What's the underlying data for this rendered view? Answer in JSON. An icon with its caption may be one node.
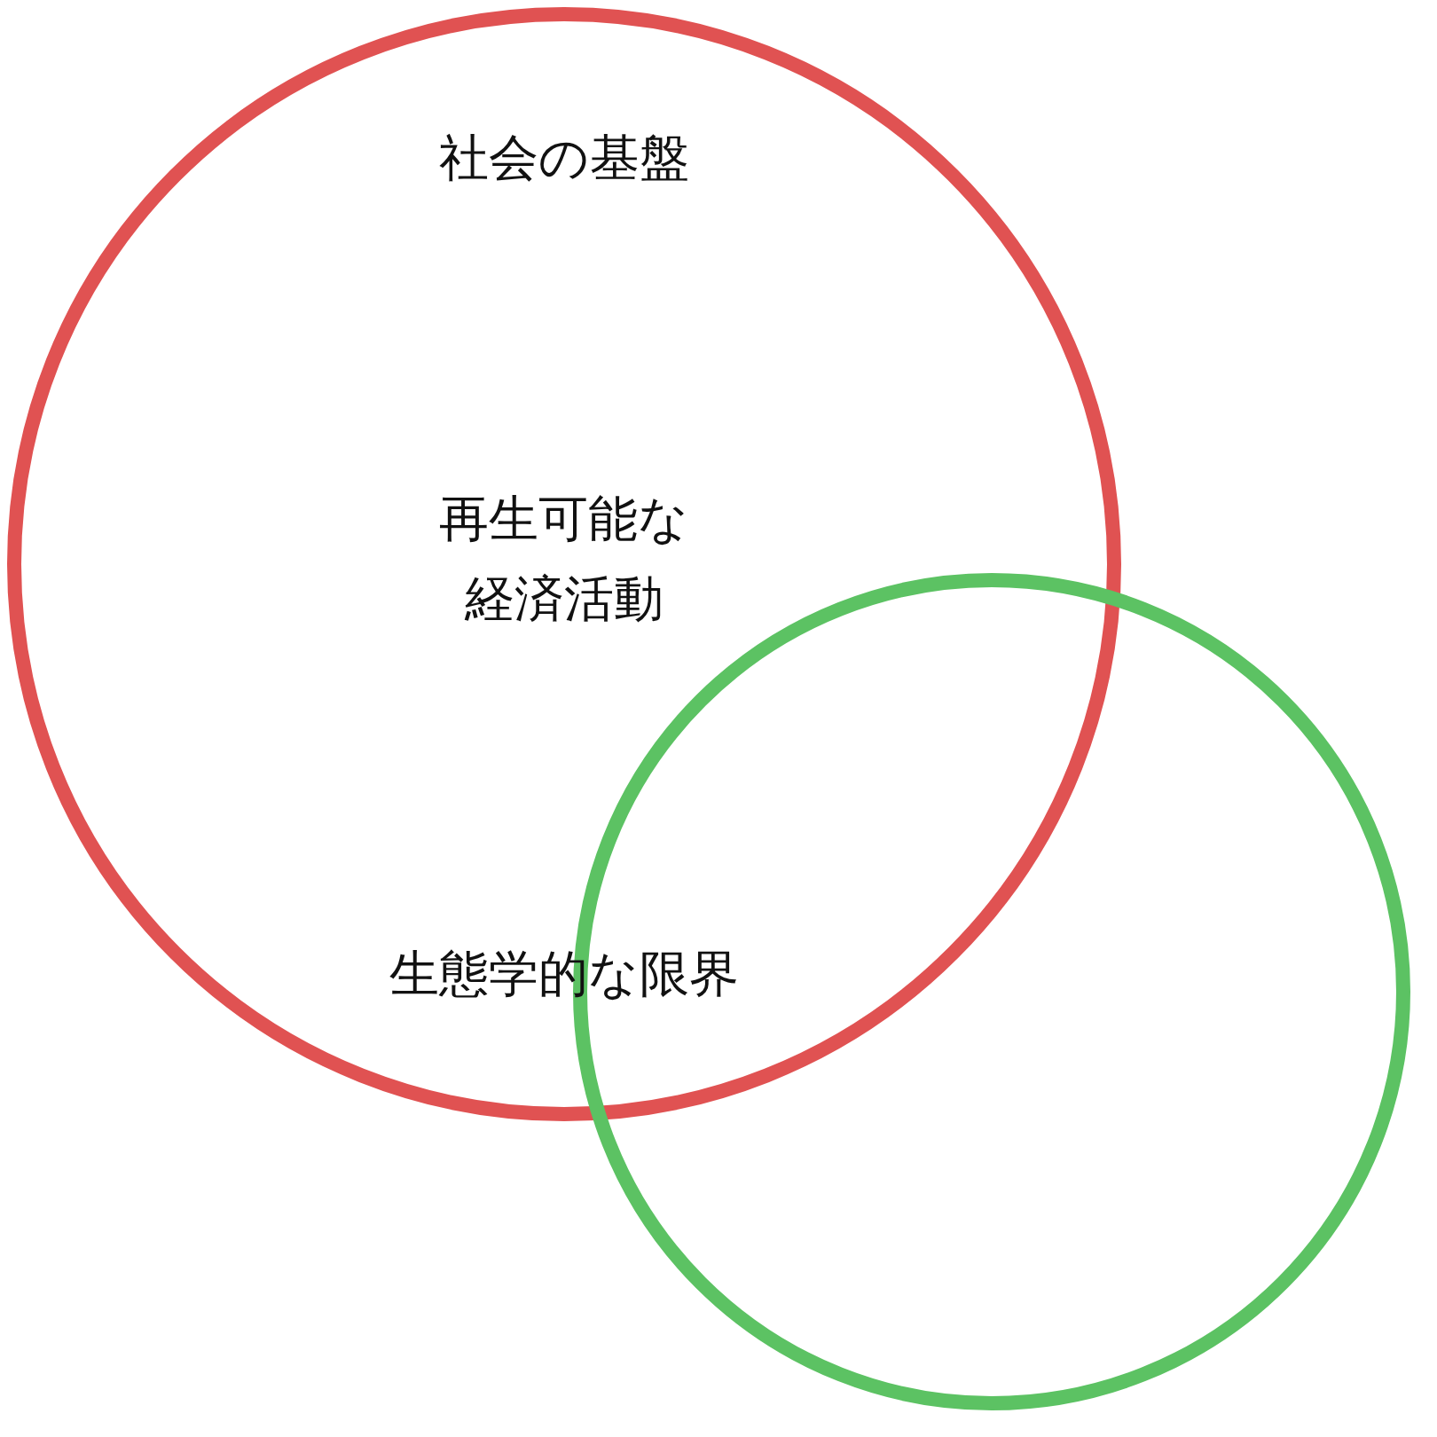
{
  "diagram": {
    "nodes": [
      {
        "text": [
          "社会の基盤",
          "再生可能な経済活動"
        ]
      },
      {
        "text": [],
        "shape": "circle"
      }
    ],
    "labels": [
      "生態学的な限界"
    ]
  }
}
